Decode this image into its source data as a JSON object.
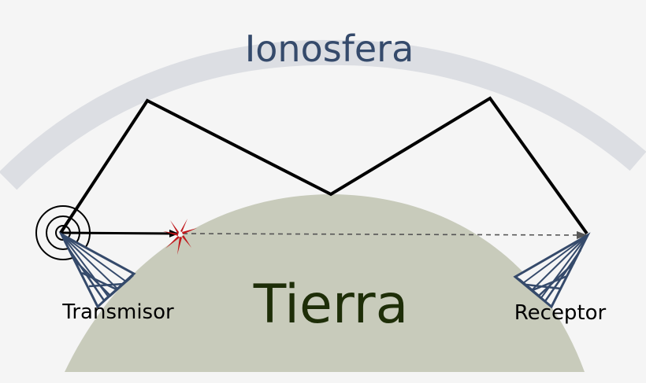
{
  "labels": {
    "ionosphere": "Ionosfera",
    "earth": "Tierra",
    "transmitter": "Transmisor",
    "receiver": "Receptor"
  },
  "colors": {
    "background": "#f5f5f5",
    "ionosphere_band": "#dcdee3",
    "ionosphere_text": "#354a6b",
    "earth_fill": "#c8cbbb",
    "earth_text": "#1e2e08",
    "antenna": "#354a6b",
    "path": "#000000",
    "blocked": "#c0181c",
    "direct_dashed": "#555555"
  },
  "icons": {
    "transmitter": "concentric-circles-icon",
    "antenna": "antenna-tower-icon",
    "blocked": "red-x-starburst-icon"
  }
}
